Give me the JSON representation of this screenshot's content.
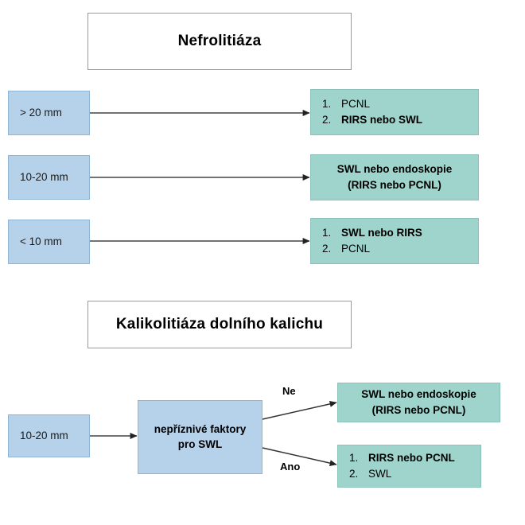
{
  "diagram": {
    "language": "cs",
    "colors": {
      "blue_fill": "#b6d2ea",
      "blue_border": "#8fb4d4",
      "teal_fill": "#9ed4cc",
      "teal_border": "#8bc3bb",
      "title_border": "#9a9a9a",
      "background": "#ffffff",
      "connector": "#333333",
      "text": "#000000"
    }
  },
  "sections": [
    {
      "id": "nefrolitiaza",
      "title": "Nefrolitiáza",
      "rows": [
        {
          "input_label": "> 20 mm",
          "outcome_type": "list",
          "outcome_items": [
            {
              "num": "1.",
              "label": "PCNL",
              "bold": false
            },
            {
              "num": "2.",
              "label": "RIRS nebo SWL",
              "bold": true
            }
          ]
        },
        {
          "input_label": "10-20 mm",
          "outcome_type": "centered",
          "outcome_lines": [
            {
              "text": "SWL nebo endoskopie",
              "bold": true
            },
            {
              "text": "(RIRS nebo PCNL)",
              "bold": true
            }
          ]
        },
        {
          "input_label": "< 10 mm",
          "outcome_type": "list",
          "outcome_items": [
            {
              "num": "1.",
              "label": "SWL nebo RIRS",
              "bold": true
            },
            {
              "num": "2.",
              "label": "PCNL",
              "bold": false
            }
          ]
        }
      ]
    },
    {
      "id": "kalikolitiaza",
      "title": "Kalikolitiáza dolního kalichu",
      "input_label": "10-20 mm",
      "decision": {
        "lines": [
          "nepříznivé faktory",
          "pro SWL"
        ]
      },
      "branches": [
        {
          "edge_label": "Ne",
          "outcome_type": "centered",
          "outcome_lines": [
            {
              "text": "SWL nebo endoskopie",
              "bold": true
            },
            {
              "text": "(RIRS nebo PCNL)",
              "bold": true
            }
          ]
        },
        {
          "edge_label": "Ano",
          "outcome_type": "list",
          "outcome_items": [
            {
              "num": "1.",
              "label": "RIRS nebo PCNL",
              "bold": true
            },
            {
              "num": "2.",
              "label": "SWL",
              "bold": false
            }
          ]
        }
      ]
    }
  ]
}
